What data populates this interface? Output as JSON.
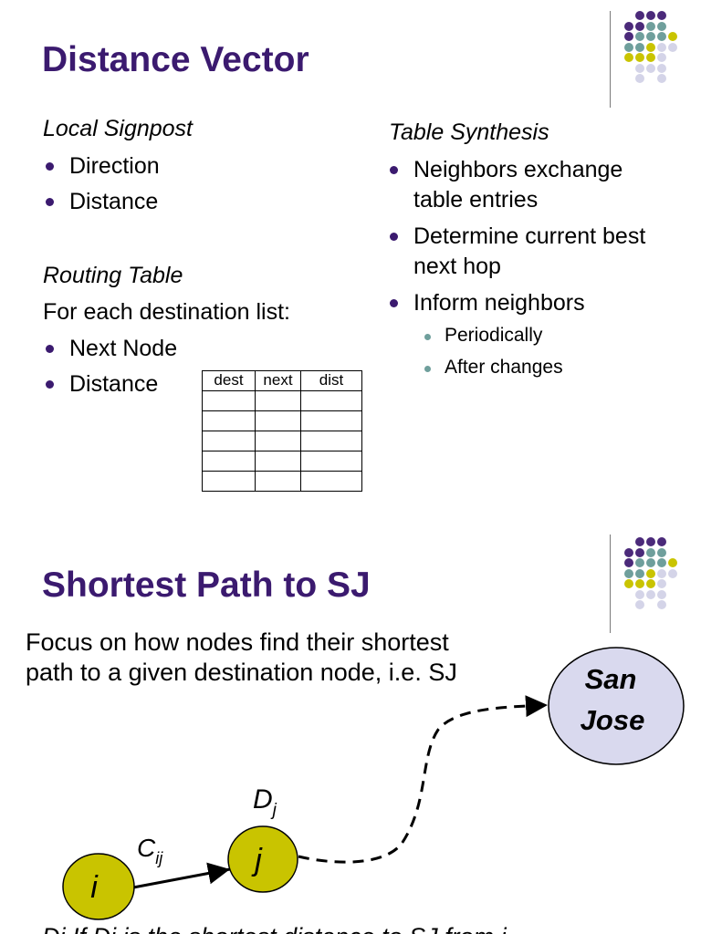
{
  "slide1": {
    "title": "Distance Vector",
    "left": {
      "heading1": "Local Signpost",
      "items1": [
        "Direction",
        "Distance"
      ],
      "heading2": "Routing Table",
      "line": "For each destination list:",
      "items2": [
        "Next Node",
        "Distance"
      ]
    },
    "table": {
      "headers": [
        "dest",
        "next",
        "dist"
      ],
      "empty_rows": 5
    },
    "right": {
      "heading": "Table Synthesis",
      "items": [
        {
          "line1": "Neighbors exchange",
          "line2": "table entries"
        },
        {
          "line1": "Determine current best",
          "line2": "next hop"
        },
        {
          "line1": "Inform neighbors",
          "line2": ""
        }
      ],
      "subitems": [
        "Periodically",
        "After changes"
      ]
    }
  },
  "slide2": {
    "title": "Shortest Path to SJ",
    "focus_line1": "Focus on how nodes find their shortest",
    "focus_line2": "path to a given destination node, i.e.  SJ",
    "nodes": {
      "i": "i",
      "j": "j",
      "sj_line1": "San",
      "sj_line2": "Jose"
    },
    "labels": {
      "dj_main": "D",
      "dj_sub": "j",
      "cij_main": "C",
      "cij_sub": "ij"
    },
    "bottom_partial": "Di        If Dj is the shortest distance to SJ from i"
  },
  "colors": {
    "title": "#3b1a6f",
    "node_fill": "#c9c400",
    "sj_fill": "#d9d9ee",
    "dot_purple": "#4b2a7a",
    "dot_teal": "#6f9f9c",
    "dot_yellow": "#c9c400",
    "dot_lavender": "#d4d4e8"
  }
}
